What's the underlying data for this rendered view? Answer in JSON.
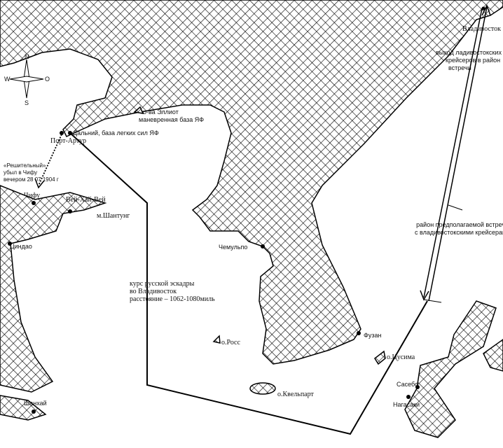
{
  "compass": {
    "n": "N",
    "s": "S",
    "w": "W",
    "e": "O"
  },
  "labels": {
    "vladivostok": "Владивосток",
    "exit_cruisers": [
      "выход ладивостокских",
      "крейсеров в район",
      "встречи"
    ],
    "elliot": [
      "о-ва Эллиот",
      "маневренная база ЯФ"
    ],
    "dalny": "Дальний, база легких сил ЯФ",
    "port_arthur": "Порт-Артур",
    "reshitelny": [
      "«Решительный»",
      "убыл в Чифу",
      "вечером 28 07 1904 г"
    ],
    "chifu": "Чифу",
    "weihaiwei": "Вей-Хай-Вей",
    "shantung": "м.Шантунг",
    "qingdao": "Циндао",
    "chemulpo": "Чемульпо",
    "meeting_area": [
      "район предполагаемой встречи",
      "с владивостокскими крейсерами"
    ],
    "course": [
      "курс русской эскадры",
      "во Владивосток",
      "расстояние – 1062-1080миль"
    ],
    "ross": "о.Росс",
    "fuzan": "Фузан",
    "tsushima": "о.Цусима",
    "quelpart": "о.Квельпарт",
    "sasebo": "Сасебо",
    "nagasaki": "Нагасаки",
    "shanghai": "Шанхай"
  },
  "colors": {
    "land_hatch": "#000000",
    "sea": "#ffffff"
  }
}
